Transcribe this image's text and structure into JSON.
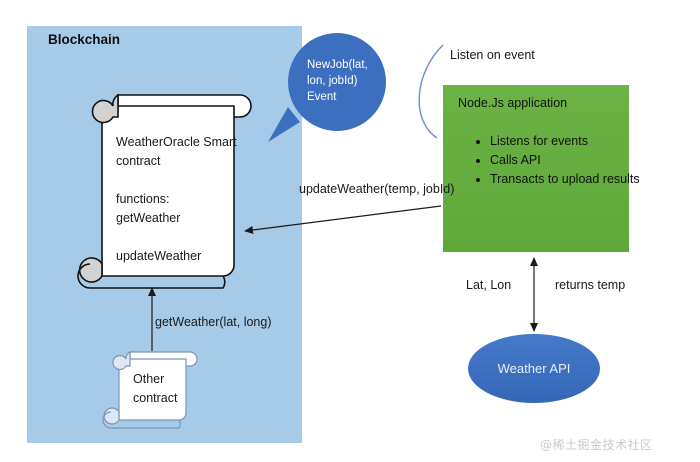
{
  "diagram": {
    "title": "Blockchain weather oracle architecture",
    "colors": {
      "blockchain_fill": "#A6CBE8",
      "nodejs_fill": "#62AD3C",
      "bubble_fill": "#3D6FC0",
      "ellipse_fill": "#3D6FC0",
      "arrow_stroke": "#1a1a1a",
      "arc_stroke": "#6E8FBF",
      "scroll_fill": "#FFFFFF",
      "scroll_stroke": "#111111",
      "watermark": "#C9C9C9"
    }
  },
  "blockchain": {
    "label": "Blockchain"
  },
  "oracle_contract": {
    "name": "oracle-smart-contract",
    "text": "WeatherOracle Smart contract\n\nfunctions:\ngetWeather\n\nupdateWeather",
    "lines": [
      "WeatherOracle Smart",
      "contract",
      "",
      "functions:",
      "getWeather",
      "",
      "updateWeather"
    ]
  },
  "other_contract": {
    "text": "Other contract",
    "lines": [
      "Other",
      "contract"
    ]
  },
  "event_bubble": {
    "text": "NewJob(lat, lon, jobId) Event",
    "lines": [
      "NewJob(lat,",
      "lon, jobId)",
      "Event"
    ]
  },
  "nodejs": {
    "title": "Node.Js application",
    "bullets": [
      "Listens for events",
      "Calls API",
      "Transacts to upload results"
    ]
  },
  "weather_api": {
    "label": "Weather API"
  },
  "edges": {
    "listen_on_event": "Listen on event",
    "update_weather": "updateWeather(temp, jobId)",
    "get_weather": "getWeather(lat, long)",
    "lat_lon": "Lat, Lon",
    "returns_temp": "returns temp"
  },
  "watermark": {
    "text": "@稀土掘金技术社区"
  }
}
